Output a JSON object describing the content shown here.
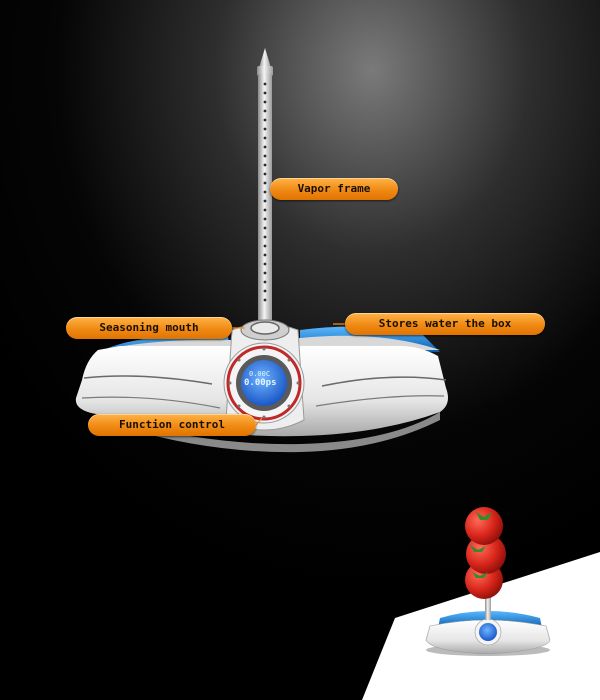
{
  "callouts": {
    "vapor_frame": "Vapor frame",
    "seasoning_mouth": "Seasoning mouth",
    "stores_water_box": "Stores water the box",
    "function_control": "Function control"
  },
  "display": {
    "line1": "0.00C",
    "line2": "0.00ps"
  },
  "colors": {
    "background": "#000000",
    "callout_orange": "#f5901e",
    "body_white": "#f2f2f2",
    "water_box_blue": "#1e8fe0",
    "lcd_blue": "#3d8cf0",
    "control_ring_red": "#c0282a"
  }
}
